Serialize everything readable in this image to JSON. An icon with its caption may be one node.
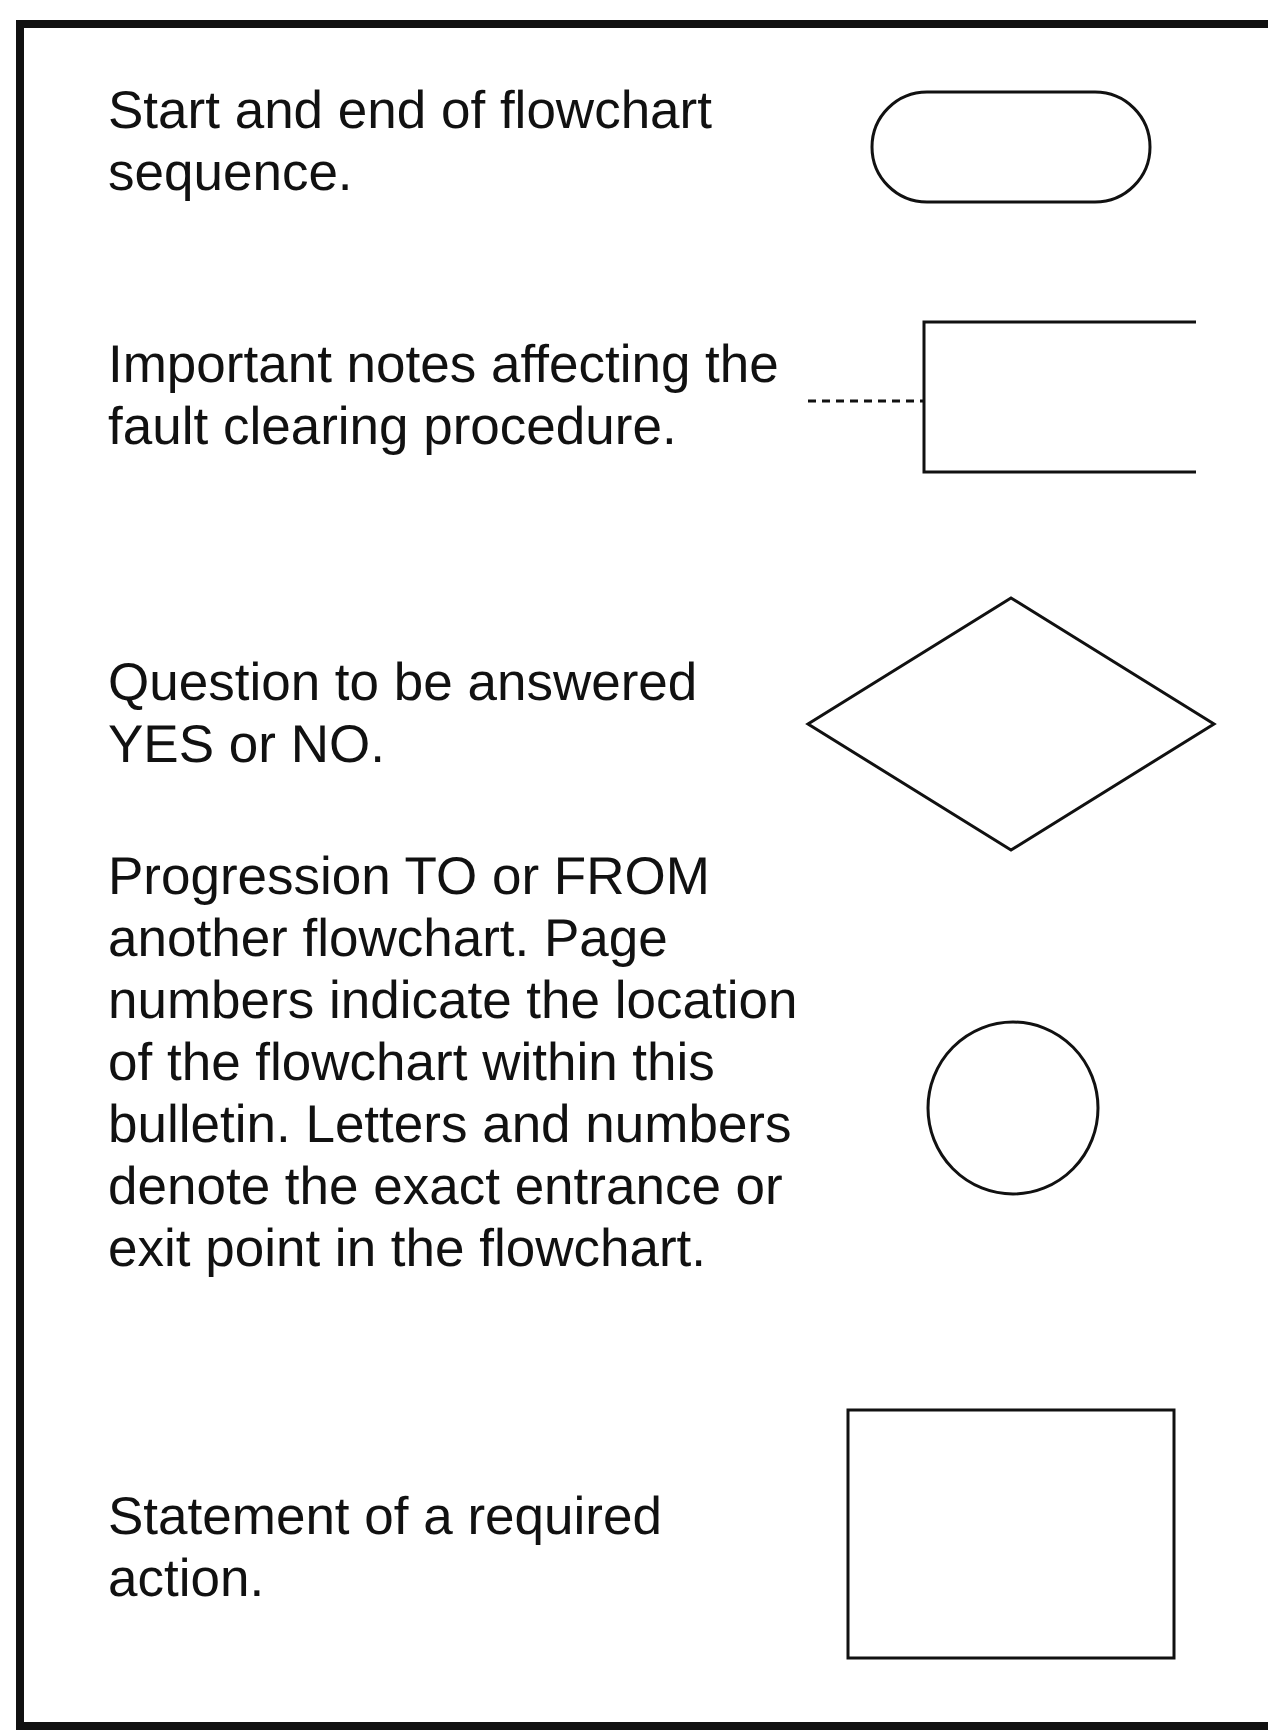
{
  "diagram": {
    "nodes": [
      {
        "text": [],
        "shape": "oval"
      },
      {
        "text": [],
        "shape": "bracket"
      },
      {
        "text": [],
        "shape": "diamond"
      },
      {
        "text": [],
        "shape": "circle"
      },
      {
        "text": [],
        "shape": "box"
      }
    ],
    "labels": [
      "Start and end of flowchart sequence.",
      "Important notes affecting the fault clearing procedure.",
      "Question to be answered YES or NO.",
      "Progression TO or FROM another flowchart. Page numbers indicate the location of the flowchart within this bulletin. Letters and numbers denote the exact entrance or exit point in the flowchart.",
      "Statement of a required action."
    ]
  }
}
